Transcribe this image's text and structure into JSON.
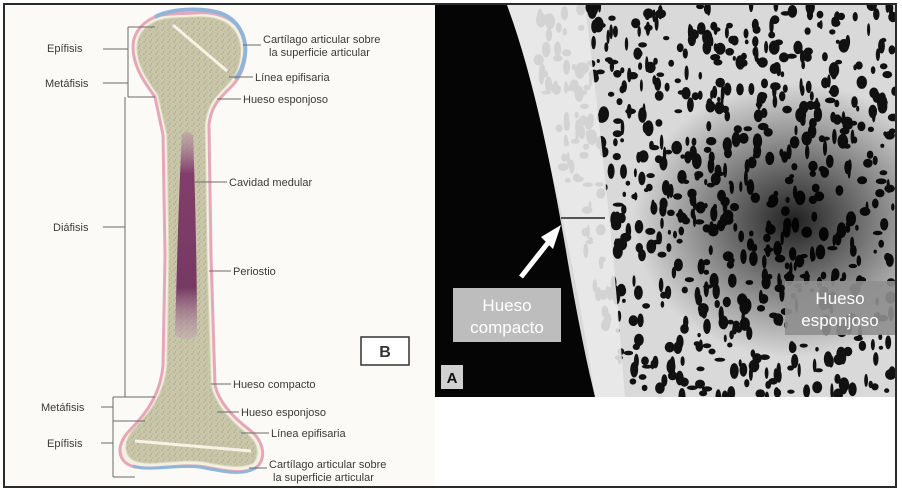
{
  "panel_b": {
    "letter": "B",
    "left_labels": {
      "top_epiphysis": "Epífisis",
      "top_metaphysis": "Metáfisis",
      "diaphysis": "Diáfisis",
      "bottom_metaphysis": "Metáfisis",
      "bottom_epiphysis": "Epífisis"
    },
    "right_labels": {
      "cartilage_top_1": "Cartílago articular sobre",
      "cartilage_top_2": "la superficie articular",
      "epiphyseal_line_top": "Línea epifisaria",
      "spongy_top": "Hueso esponjoso",
      "medullary_cavity": "Cavidad medular",
      "periosteum": "Periostio",
      "compact": "Hueso compacto",
      "spongy_bottom": "Hueso esponjoso",
      "epiphyseal_line_bottom": "Línea epifisaria",
      "cartilage_bottom_1": "Cartílago articular sobre",
      "cartilage_bottom_2": "la superficie articular"
    }
  },
  "panel_a": {
    "letter": "A",
    "compact_label_1": "Hueso",
    "compact_label_2": "compacto",
    "spongy_label_1": "Hueso",
    "spongy_label_2": "esponjoso"
  },
  "colors": {
    "bone_fill": "#c8c6a8",
    "bone_outline": "#e6a7b8",
    "cartilage": "#8fb6d8",
    "medullary": "#7a2f63"
  }
}
